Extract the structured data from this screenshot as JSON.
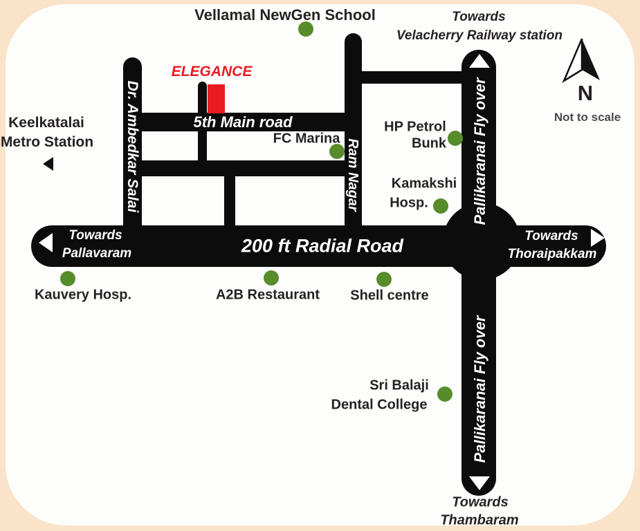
{
  "landmarks": {
    "school": {
      "label": "Vellamal NewGen School"
    },
    "elegance": {
      "label": "ELEGANCE"
    },
    "metro": {
      "line1": "Keelkatalai",
      "line2": "Metro Station"
    },
    "fc_marina": {
      "label": "FC Marina"
    },
    "hp_petrol": {
      "line1": "HP Petrol",
      "line2": "Bunk"
    },
    "kamakshi": {
      "line1": "Kamakshi",
      "line2": "Hosp."
    },
    "kauvery": {
      "label": "Kauvery Hosp."
    },
    "a2b": {
      "label": "A2B Restaurant"
    },
    "shell": {
      "label": "Shell centre"
    },
    "sri_balaji": {
      "line1": "Sri Balaji",
      "line2": "Dental College"
    }
  },
  "roads": {
    "fifth_main": "5th Main road",
    "radial": "200 ft Radial Road",
    "ambedkar": "Dr. Ambedkar Salai",
    "ram_nagar": "Ram Nagar",
    "flyover_upper": "Pallikaranai Fly over",
    "flyover_lower": "Pallikaranai Fly over"
  },
  "directions": {
    "velacherry": {
      "line1": "Towards",
      "line2": "Velacherry Railway station"
    },
    "pallavaram": {
      "line1": "Towards",
      "line2": "Pallavaram"
    },
    "thoraipakkam": {
      "line1": "Towards",
      "line2": "Thoraipakkam"
    },
    "thambaram": {
      "line1": "Towards",
      "line2": "Thambaram"
    }
  },
  "compass": {
    "label": "N",
    "note": "Not to scale"
  },
  "colors": {
    "background": "#fae3c9",
    "canvas": "#fdfdfc",
    "road": "#0c0c0c",
    "marker_red": "#ea1c23",
    "dot_green": "#578c2b",
    "text": "#262223",
    "muted_text": "#4b4b4d"
  }
}
